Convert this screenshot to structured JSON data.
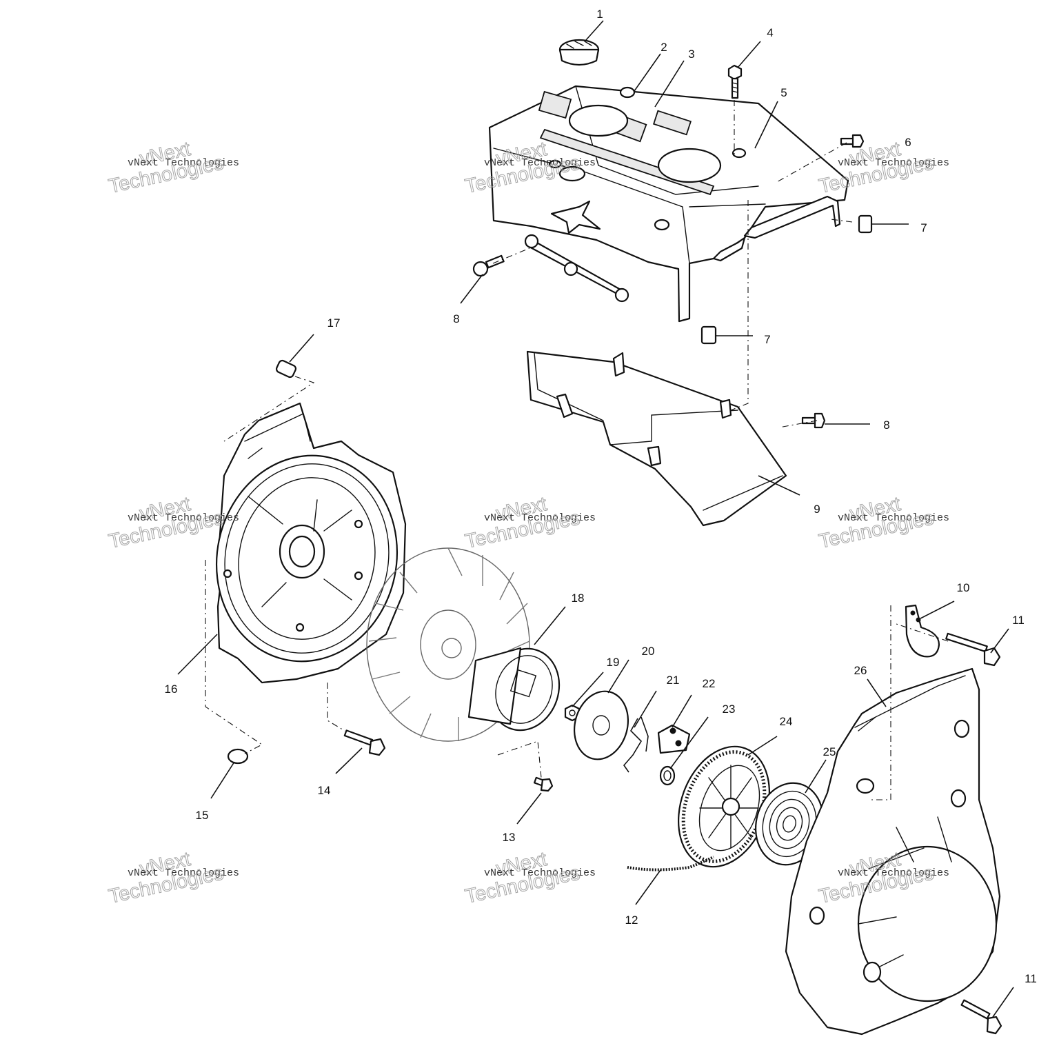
{
  "callouts": {
    "c1": "1",
    "c2": "2",
    "c3": "3",
    "c4": "4",
    "c5": "5",
    "c6": "6",
    "c7a": "7",
    "c7b": "7",
    "c8a": "8",
    "c8b": "8",
    "c9": "9",
    "c10": "10",
    "c11a": "11",
    "c11b": "11",
    "c12": "12",
    "c13": "13",
    "c14": "14",
    "c15": "15",
    "c16": "16",
    "c17": "17",
    "c18": "18",
    "c19": "19",
    "c20": "20",
    "c21": "21",
    "c22": "22",
    "c23": "23",
    "c24": "24",
    "c25": "25",
    "c26": "26"
  },
  "watermark": {
    "line1": "vNext",
    "line2": "vNext Technologies",
    "line3": "Technologies"
  }
}
